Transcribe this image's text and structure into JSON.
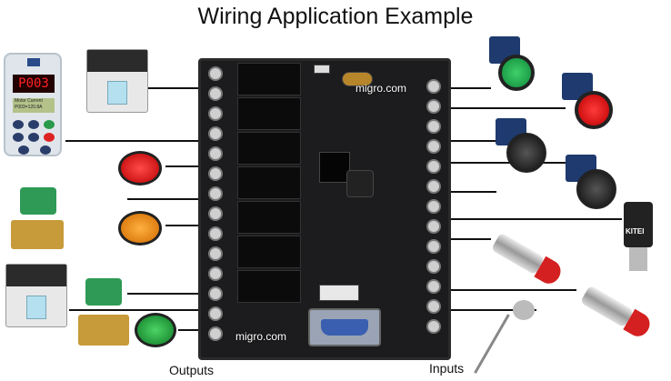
{
  "title": "Wiring Application Example",
  "watermarks": [
    "migro.com",
    "migro.com"
  ],
  "labels": {
    "outputs": "Outputs",
    "inputs": "Inputs"
  },
  "inverter": {
    "display": "P003",
    "lcd_line1": "Motor Current",
    "lcd_line2": "P003=120.8A"
  },
  "sensor_brand": "KITEI",
  "colors": {
    "board": "#1c1c1e",
    "lamp_red": "#d91c1c",
    "lamp_orange": "#f08a10",
    "lamp_green": "#1fa33a",
    "wire": "#111111"
  }
}
